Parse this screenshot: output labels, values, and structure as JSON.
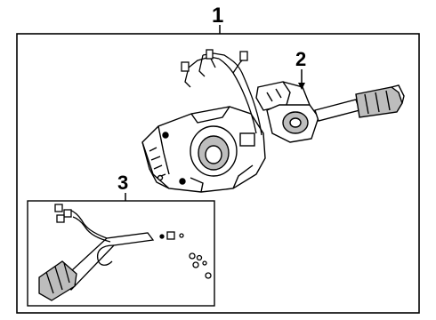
{
  "callouts": {
    "assembly": "1",
    "switch": "2",
    "lever": "3"
  },
  "colors": {
    "line": "#000000",
    "background": "#ffffff",
    "shade": "#bdbdbd"
  }
}
